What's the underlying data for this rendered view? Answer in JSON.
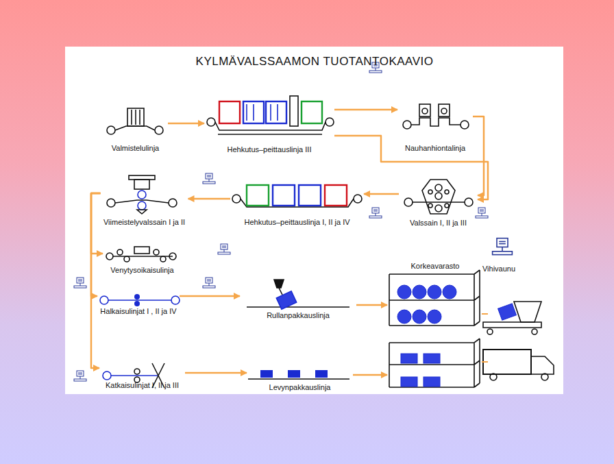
{
  "diagram": {
    "title": "KYLMÄVALSSAAMON  TUOTANTOKAAVIO",
    "nodes": [
      {
        "text": [
          "Valmistelulinja"
        ]
      },
      {
        "text": [
          "Hehkutus–peittauslinja III"
        ]
      },
      {
        "text": [
          "Nauhanhiontalinja"
        ]
      },
      {
        "text": [
          "Viimeistelyvalssain I ja II"
        ]
      },
      {
        "text": [
          "Hehkutus–peittauslinja I, II ja IV"
        ]
      },
      {
        "text": [
          "Valssain  I, II ja III"
        ]
      },
      {
        "text": [
          "Venytysoikaisulinja"
        ]
      },
      {
        "text": [
          "Halkaisulinjat I , II ja IV"
        ]
      },
      {
        "text": [
          "Rullanpakkauslinja"
        ]
      },
      {
        "text": [
          "Korkeavarasto"
        ]
      },
      {
        "text": [
          "Katkaisulinjat I, II ja III"
        ]
      },
      {
        "text": [
          "Levynpakkauslinja"
        ]
      }
    ],
    "edges": [
      {
        "from": 0,
        "to": 1,
        "arrow": "to"
      },
      {
        "from": 1,
        "to": 2,
        "arrow": "to"
      },
      {
        "from": 2,
        "to": 5,
        "arrow": "to"
      },
      {
        "from": 1,
        "to": 5,
        "arrow": "to"
      },
      {
        "from": 5,
        "to": 4,
        "arrow": "to"
      },
      {
        "from": 4,
        "to": 3,
        "arrow": "to"
      },
      {
        "from": 3,
        "to": 6,
        "arrow": "to"
      },
      {
        "from": 3,
        "to": 7,
        "arrow": "to"
      },
      {
        "from": 3,
        "to": 10,
        "arrow": "to"
      },
      {
        "from": 7,
        "to": 8,
        "arrow": "to"
      },
      {
        "from": 10,
        "to": 11,
        "arrow": "to"
      },
      {
        "from": 8,
        "to": 9,
        "arrow": "to"
      },
      {
        "from": 11,
        "to": 9,
        "arrow": "to"
      }
    ],
    "labels": [
      "Vihivaunu"
    ]
  }
}
